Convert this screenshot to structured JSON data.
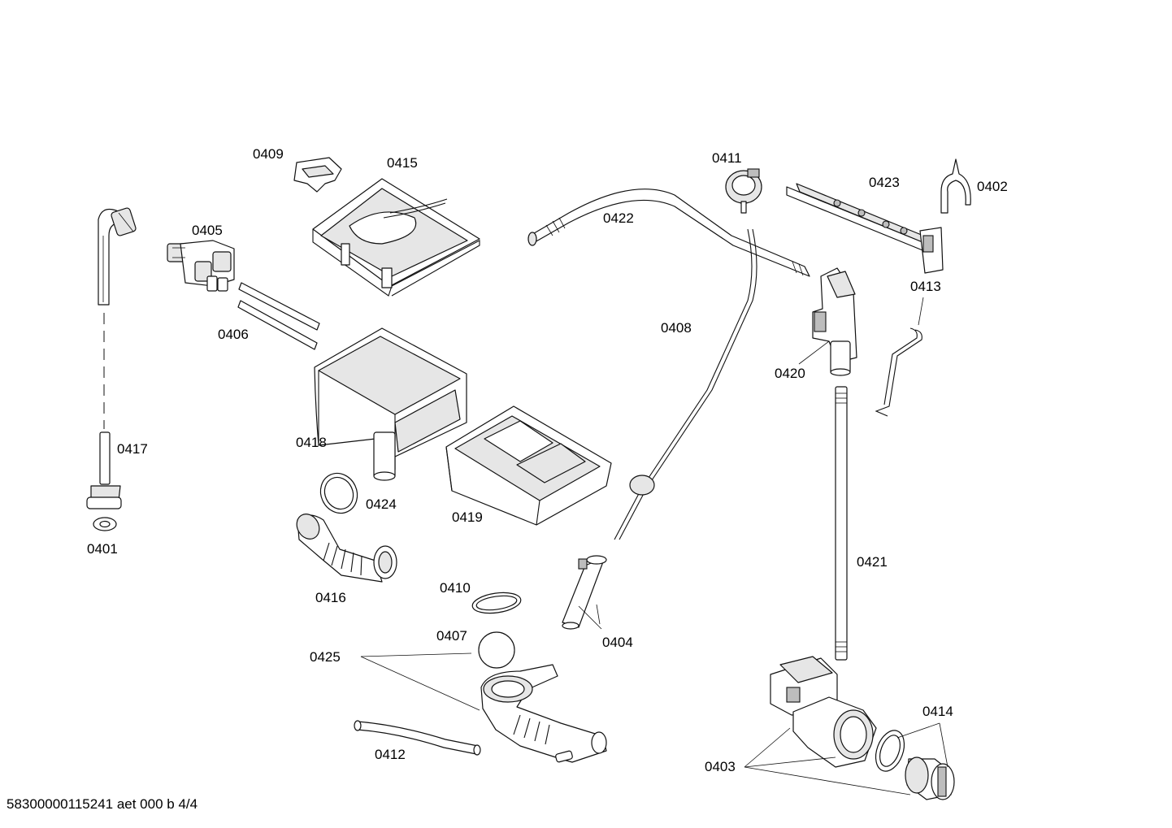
{
  "parts": {
    "p0401": "0401",
    "p0402": "0402",
    "p0403": "0403",
    "p0404": "0404",
    "p0405": "0405",
    "p0406": "0406",
    "p0407": "0407",
    "p0408": "0408",
    "p0409": "0409",
    "p0410": "0410",
    "p0411": "0411",
    "p0412": "0412",
    "p0413": "0413",
    "p0414": "0414",
    "p0415": "0415",
    "p0416": "0416",
    "p0417": "0417",
    "p0418": "0418",
    "p0419": "0419",
    "p0420": "0420",
    "p0421": "0421",
    "p0422": "0422",
    "p0423": "0423",
    "p0424": "0424",
    "p0425": "0425"
  },
  "footer": "58300000115241 aet 000 b 4/4"
}
